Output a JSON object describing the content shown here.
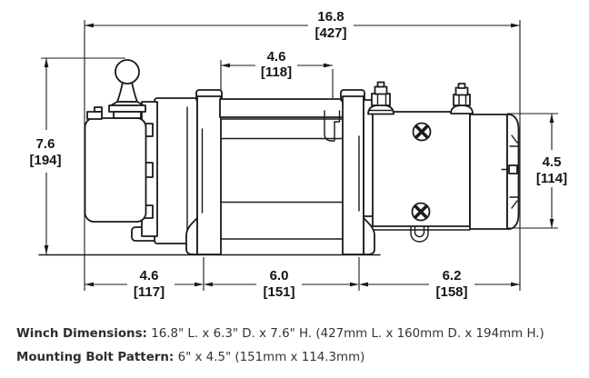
{
  "diagram": {
    "overall_length": {
      "inches": "16.8",
      "mm": "[427]"
    },
    "drum_width": {
      "inches": "4.6",
      "mm": "[118]"
    },
    "overall_height": {
      "inches": "7.6",
      "mm": "[194]"
    },
    "motor_height": {
      "inches": "4.5",
      "mm": "[114]"
    },
    "base_left": {
      "inches": "4.6",
      "mm": "[117]"
    },
    "bolt_spacing": {
      "inches": "6.0",
      "mm": "[151]"
    },
    "motor_length": {
      "inches": "6.2",
      "mm": "[158]"
    }
  },
  "notes": {
    "dimensions_label": "Winch Dimensions:",
    "dimensions_value": "16.8\" L. x 6.3\" D. x 7.6\" H. (427mm L. x 160mm D. x 194mm H.)",
    "bolt_pattern_label": "Mounting Bolt Pattern:",
    "bolt_pattern_value": "6\" x 4.5\" (151mm x 114.3mm)"
  },
  "colors": {
    "line": "#1a1a1a",
    "note_text": "#333333",
    "background": "#ffffff"
  }
}
